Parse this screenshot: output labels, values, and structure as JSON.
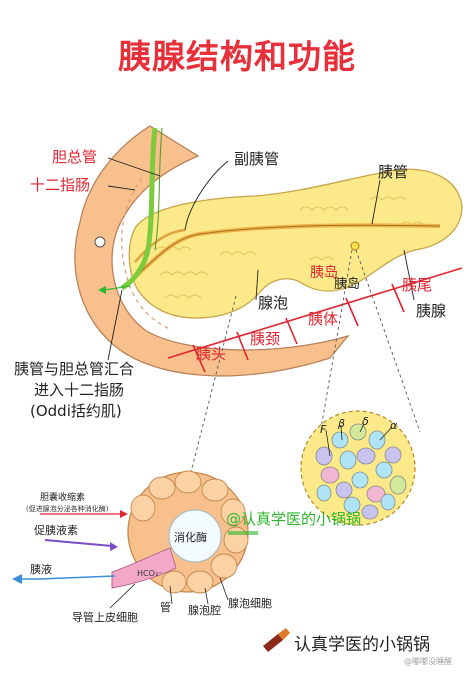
{
  "title": "胰腺结构和功能",
  "labels": {
    "common_bile_duct": "胆总管",
    "duodenum": "十二指肠",
    "accessory_duct": "副胰管",
    "pancreatic_duct": "胰管",
    "islet_partial": "胰岛",
    "islet_mark": "胰岛",
    "acinus": "腺泡",
    "pancreas": "胰腺",
    "head": "胰头",
    "neck": "胰颈",
    "body": "胰体",
    "tail": "胰尾",
    "oddi_line1": "胰管与胆总管汇合",
    "oddi_line2": "进入十二指肠",
    "oddi_line3": "(Oddi括约肌)"
  },
  "islet_cells": [
    "F",
    "β",
    "δ",
    "α"
  ],
  "acinus_detail": {
    "cck": "胆囊收缩素",
    "cck_note": "(促进腺泡分泌各种消化酶)",
    "secretin": "促胰液素",
    "juice": "胰液",
    "enzyme": "消化酶",
    "hco3": "HCO₃⁻",
    "duct": "管",
    "duct_epithelium": "导管上皮细胞",
    "acinar_lumen": "腺泡腔",
    "acinar_cell": "腺泡细胞"
  },
  "watermark": {
    "center": "@认真学医的小锅锅",
    "footer": "认真学医的小锅锅",
    "footer_small": "@嘟嘟没睡醒"
  },
  "colors": {
    "title": "#e8303a",
    "label_red": "#e02530",
    "duodenum": "#f7c08c",
    "pancreas": "#fbe98a",
    "bile_duct": "#7ccb3c",
    "main_duct": "#f5c35a",
    "watermark": "#2db82d"
  }
}
